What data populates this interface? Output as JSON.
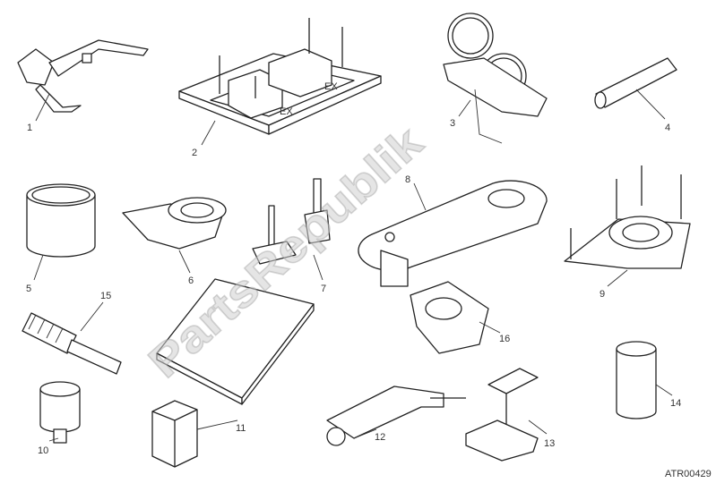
{
  "diagram": {
    "code": "ATR00429",
    "watermark": "PartsRepublik",
    "callouts": [
      {
        "id": "1",
        "label": "1"
      },
      {
        "id": "2",
        "label": "2"
      },
      {
        "id": "3",
        "label": "3"
      },
      {
        "id": "4",
        "label": "4"
      },
      {
        "id": "5",
        "label": "5"
      },
      {
        "id": "6",
        "label": "6"
      },
      {
        "id": "7",
        "label": "7"
      },
      {
        "id": "8",
        "label": "8"
      },
      {
        "id": "9",
        "label": "9"
      },
      {
        "id": "10",
        "label": "10"
      },
      {
        "id": "11",
        "label": "11"
      },
      {
        "id": "12",
        "label": "12"
      },
      {
        "id": "13",
        "label": "13"
      },
      {
        "id": "14",
        "label": "14"
      },
      {
        "id": "15",
        "label": "15"
      },
      {
        "id": "16",
        "label": "16"
      }
    ],
    "tray_markings": [
      "EX",
      "EX"
    ]
  }
}
